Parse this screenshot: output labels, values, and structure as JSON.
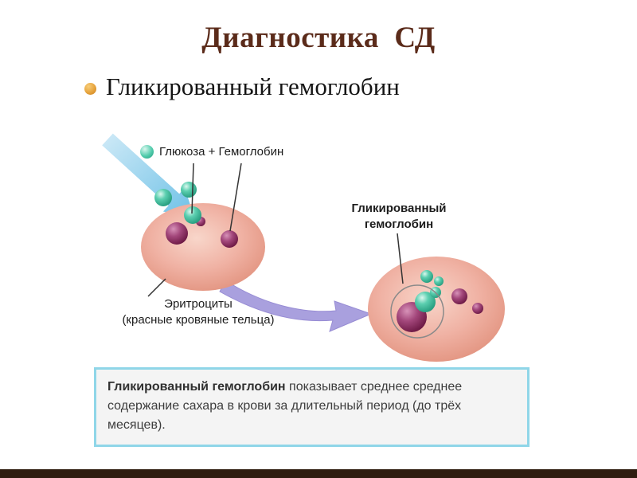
{
  "title": "Диагностика  СД",
  "bullet": {
    "label": "Гликированный гемоглобин"
  },
  "diagram": {
    "glucose_label": "Глюкоза + Гемоглобин",
    "erythrocytes_label_line1": "Эритроциты",
    "erythrocytes_label_line2": "(красные кровяные тельца)",
    "glycated_label_line1": "Гликированный",
    "glycated_label_line2": "гемоглобин"
  },
  "infobox": {
    "lead_bold": "Гликированный гемоглобин",
    "body": " показывает среднее среднее содержание сахара в крови за длительный период (до трёх месяцев)."
  },
  "colors": {
    "title": "#5b2b1a",
    "bullet_marker": "#e6a33c",
    "glucose_green": "#43c3a0",
    "hemoglobin_purple": "#8c2a62",
    "cell_pink": "#f0b2a4",
    "arrow_blue": "#8ccdea",
    "arrow_purple": "#a9a0de",
    "infobox_border": "#8fd6e8",
    "footer_bar": "#2f1d10"
  }
}
